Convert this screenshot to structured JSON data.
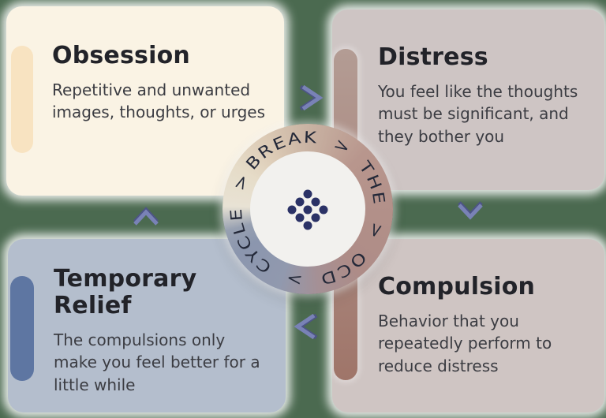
{
  "canvas": {
    "background_color": "#4b6a50",
    "arrow_color": "#7982b6"
  },
  "cards": {
    "obsession": {
      "title": "Obsession",
      "description": "Repetitive and unwanted images, thoughts, or urges",
      "bg_color": "#faf3e4",
      "accent_color": "#f8e3c1"
    },
    "distress": {
      "title": "Distress",
      "description": "You feel like the thoughts must be significant, and they bother you",
      "bg_color": "#cec5c4",
      "accent_color": "#b39c94"
    },
    "compulsion": {
      "title": "Compulsion",
      "description": "Behavior that you repeatedly perform to reduce distress",
      "bg_color": "#cfc5c3",
      "accent_color": "#9f7569"
    },
    "temporary_relief": {
      "title": "Temporary Relief",
      "description": "The compulsions only make you feel better for a little while",
      "bg_color": "#b4becd",
      "accent_color": "#5e76a2"
    }
  },
  "wheel": {
    "ring_text": "BREAK  >  THE  >  OCD  >  CYCLE  >",
    "dot_count": 9,
    "dot_color": "#2b3266",
    "center_color": "#f2f1ee"
  }
}
